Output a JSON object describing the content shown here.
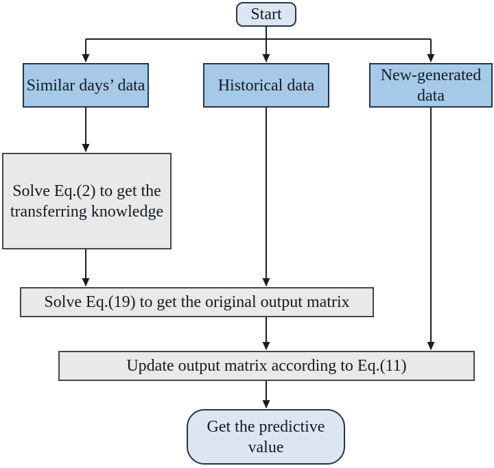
{
  "diagram": {
    "type": "flowchart",
    "description": "Prediction procedure flowchart"
  },
  "colors": {
    "canvas_bg": "#ffffff",
    "data_box_fill": "#a6c9e8",
    "terminal_box_fill": "#dce6f2",
    "process_box_fill": "#e9e9e9",
    "data_box_border": "#243447",
    "process_box_border": "#454545",
    "arrow_color": "#1c1c1c",
    "text_color": "#141a24"
  },
  "nodes": {
    "start": {
      "label": "Start",
      "type": "terminal"
    },
    "similar_days": {
      "label": "Similar days’ data",
      "type": "data"
    },
    "historical": {
      "label": "Historical data",
      "type": "data"
    },
    "new_generated": {
      "label": "New-generated data",
      "type": "data"
    },
    "solve_eq2": {
      "label": "Solve Eq.(2) to get the transferring knowledge",
      "type": "process"
    },
    "solve_eq19": {
      "label": "Solve Eq.(19) to get the original output matrix",
      "type": "process"
    },
    "update_matrix": {
      "label": "Update output matrix according to Eq.(11)",
      "type": "process"
    },
    "predictive": {
      "label": "Get the predictive value",
      "type": "terminal"
    }
  },
  "edges": [
    {
      "from": "start",
      "to": "similar_days"
    },
    {
      "from": "start",
      "to": "historical"
    },
    {
      "from": "start",
      "to": "new_generated"
    },
    {
      "from": "similar_days",
      "to": "solve_eq2"
    },
    {
      "from": "solve_eq2",
      "to": "solve_eq19"
    },
    {
      "from": "historical",
      "to": "solve_eq19"
    },
    {
      "from": "solve_eq19",
      "to": "update_matrix"
    },
    {
      "from": "new_generated",
      "to": "update_matrix"
    },
    {
      "from": "update_matrix",
      "to": "predictive"
    }
  ]
}
